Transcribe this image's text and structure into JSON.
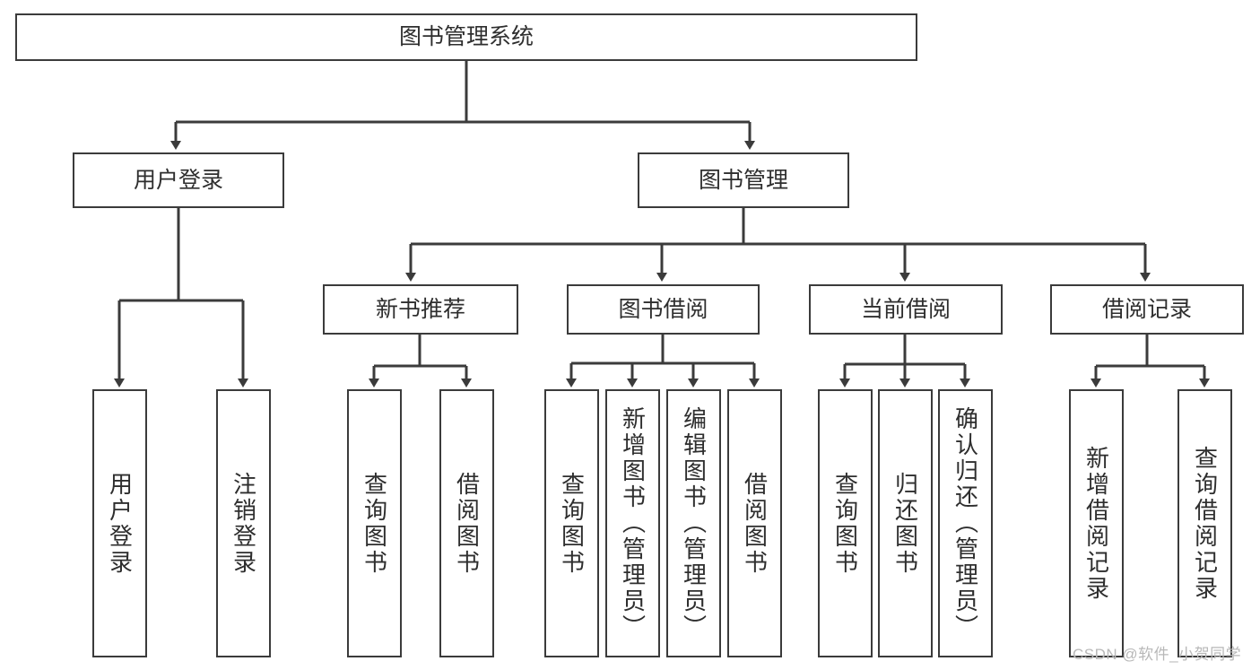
{
  "diagram": {
    "title": "图书管理系统",
    "type": "tree-hierarchy",
    "orientation": "top-down",
    "colors": {
      "box_border": "#3b3b3b",
      "box_fill": "#ffffff",
      "text": "#2e2e2e",
      "connector": "#3b3b3b",
      "watermark": "#b8b8b8",
      "background": "#ffffff"
    }
  },
  "nodes": {
    "root": {
      "label": "图书管理系统",
      "level": 1
    },
    "level2": [
      {
        "id": "user-login",
        "label": "用户登录"
      },
      {
        "id": "book-manage",
        "label": "图书管理"
      }
    ],
    "level3": [
      {
        "id": "new-book-recommend",
        "label": "新书推荐",
        "parent": "book-manage"
      },
      {
        "id": "book-borrow",
        "label": "图书借阅",
        "parent": "book-manage"
      },
      {
        "id": "current-borrow",
        "label": "当前借阅",
        "parent": "book-manage"
      },
      {
        "id": "borrow-record",
        "label": "借阅记录",
        "parent": "book-manage"
      }
    ],
    "leaves": [
      {
        "id": "leaf-user-login",
        "label": "用户登录",
        "parent": "user-login"
      },
      {
        "id": "leaf-logout",
        "label": "注销登录",
        "parent": "user-login"
      },
      {
        "id": "leaf-query-book-1",
        "label": "查询图书",
        "parent": "new-book-recommend"
      },
      {
        "id": "leaf-borrow-book-1",
        "label": "借阅图书",
        "parent": "new-book-recommend"
      },
      {
        "id": "leaf-query-book-2",
        "label": "查询图书",
        "parent": "book-borrow"
      },
      {
        "id": "leaf-add-book",
        "label": "新增图书（管理员）",
        "parent": "book-borrow"
      },
      {
        "id": "leaf-edit-book",
        "label": "编辑图书（管理员）",
        "parent": "book-borrow"
      },
      {
        "id": "leaf-borrow-book-2",
        "label": "借阅图书",
        "parent": "book-borrow"
      },
      {
        "id": "leaf-query-book-3",
        "label": "查询图书",
        "parent": "current-borrow"
      },
      {
        "id": "leaf-return-book",
        "label": "归还图书",
        "parent": "current-borrow"
      },
      {
        "id": "leaf-confirm-return",
        "label": "确认归还（管理员）",
        "parent": "current-borrow"
      },
      {
        "id": "leaf-add-record",
        "label": "新增借阅记录",
        "parent": "borrow-record"
      },
      {
        "id": "leaf-query-record",
        "label": "查询借阅记录",
        "parent": "borrow-record"
      }
    ]
  },
  "watermark": {
    "text": "CSDN @软件_小贺同学"
  }
}
